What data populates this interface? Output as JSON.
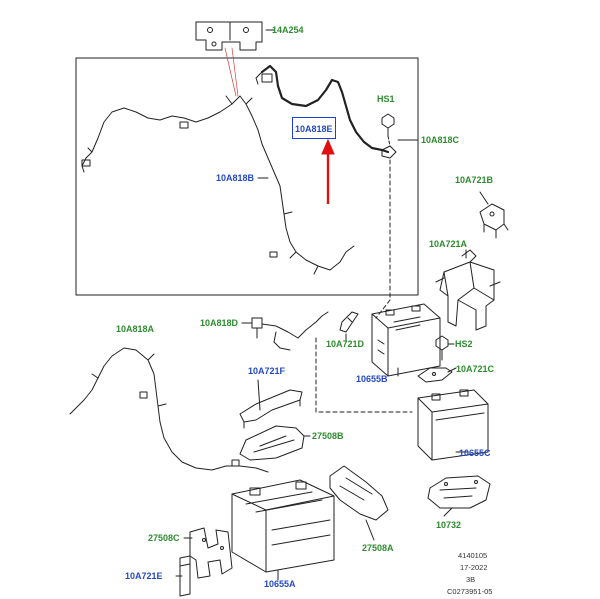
{
  "colors": {
    "part_number_green": "#2e8b2e",
    "part_number_blue": "#2448c4",
    "highlight_box": "#1f3fd0",
    "pointer_arrow": "#e01010",
    "line_art": "#222222"
  },
  "part_labels": {
    "p14A254": "14A254",
    "p10A818E": "10A818E",
    "pHS1": "HS1",
    "p10A818C": "10A818C",
    "p10A818B": "10A818B",
    "p10A721B": "10A721B",
    "p10A721A": "10A721A",
    "p10A818D": "10A818D",
    "p10A818A": "10A818A",
    "p10A721D": "10A721D",
    "pHS2": "HS2",
    "p10655B": "10655B",
    "p10A721C": "10A721C",
    "p10A721F": "10A721F",
    "p27508B": "27508B",
    "p10655C": "10655C",
    "p27508C": "27508C",
    "p27508A": "27508A",
    "p10732": "10732",
    "p10A721E": "10A721E",
    "p10655A": "10655A"
  },
  "highlighted_part": "10A818E",
  "footer": {
    "line1": "4140105",
    "line2": "17-2022",
    "line3": "3B",
    "line4": "C0273951-05"
  }
}
